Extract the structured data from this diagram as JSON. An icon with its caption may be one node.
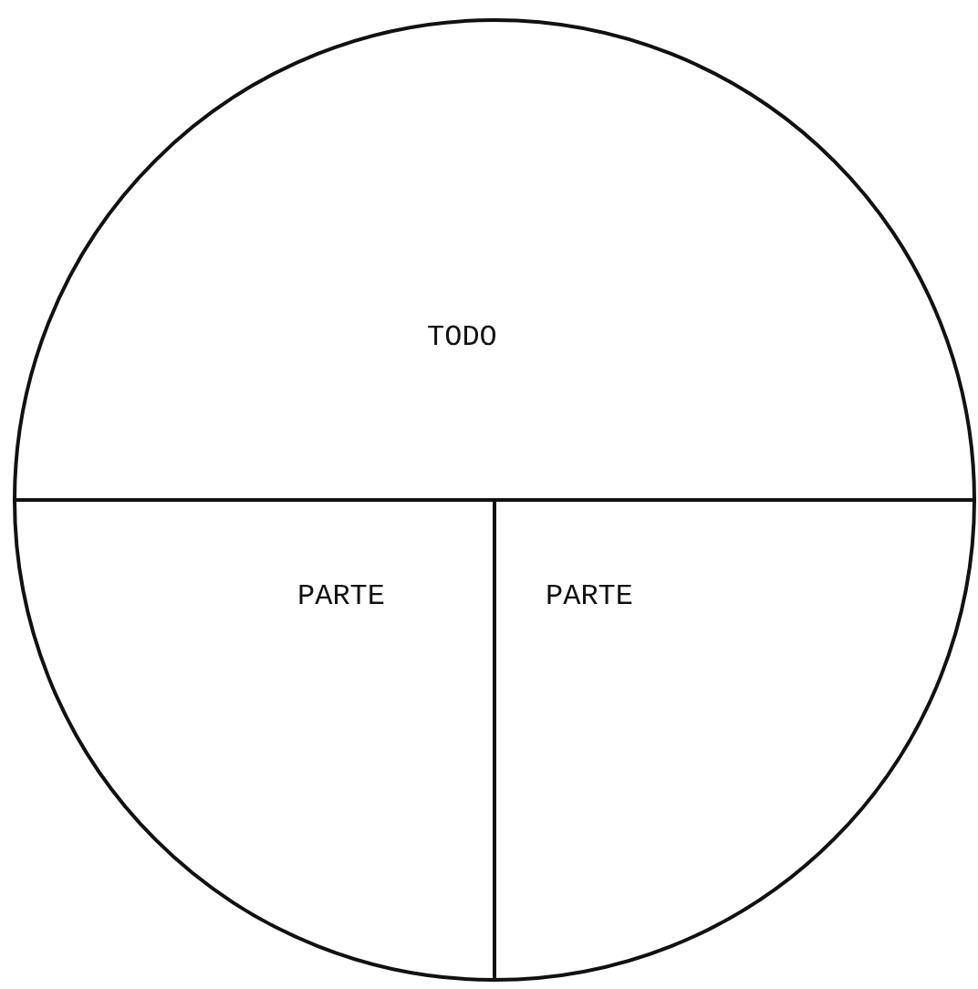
{
  "diagram": {
    "nodes": [
      {
        "text": [
          "TODO"
        ]
      },
      {
        "text": [
          "PARTE"
        ]
      },
      {
        "text": [
          "PARTE"
        ]
      }
    ]
  }
}
